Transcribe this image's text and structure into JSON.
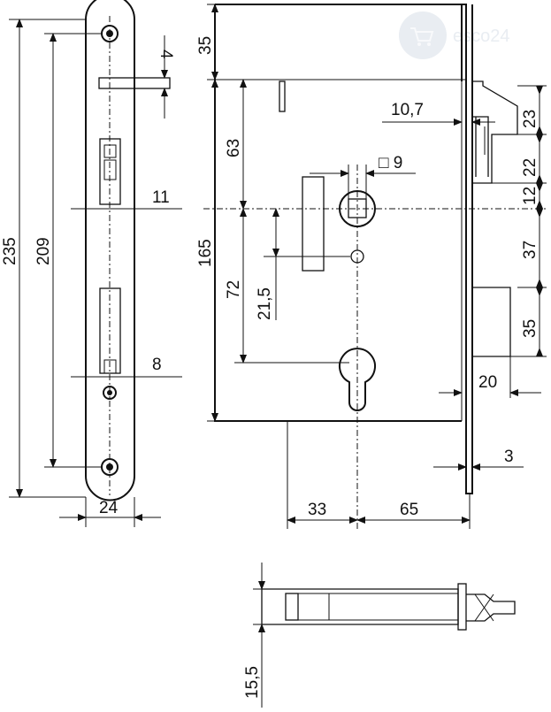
{
  "watermark": {
    "text": "esco24",
    "icon": "cart-icon"
  },
  "front_view": {
    "width_label": "24",
    "height_label": "235",
    "hole_spacing_label": "209",
    "latch_thickness_label": "4",
    "latch_width_label": "11",
    "bolt_offset_label": "8"
  },
  "side_view": {
    "top_margin_label": "35",
    "follower_to_top_label": "63",
    "case_height_label": "165",
    "follower_to_cylinder_label": "72",
    "follower_to_screw_label": "21,5",
    "follower_square_label": "□ 9",
    "plate_to_case_label": "10,7",
    "backset_label": "65",
    "case_left_label": "33",
    "faceplate_thickness_label": "3",
    "bolt_throw_label": "20",
    "right_23": "23",
    "right_22": "22",
    "right_12": "12",
    "right_37": "37",
    "right_35": "35"
  },
  "bottom_view": {
    "latch_label": "15,5"
  }
}
